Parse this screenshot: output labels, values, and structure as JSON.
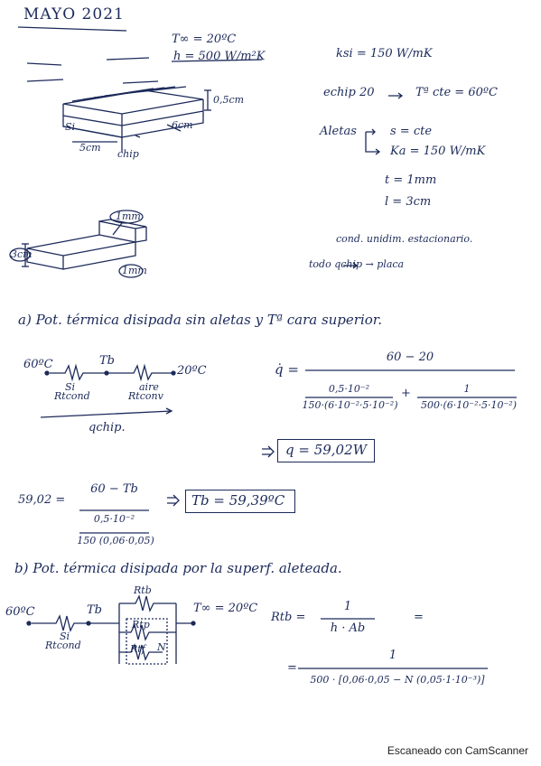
{
  "header": {
    "title": "MAYO 2021"
  },
  "problem": {
    "t_inf": "T∞ = 20ºC",
    "h": "h = 500 W/m²K",
    "k_si": "ksi = 150 W/mK",
    "e_chip": "echip 20",
    "t_cte": "Tª cte = 60ºC",
    "aletas": "Aletas",
    "s_cte": "s = cte",
    "k_a": "Ka = 150 W/mK",
    "t": "t = 1mm",
    "l": "l = 3cm",
    "cond": "cond. unidim. estacionario.",
    "todo": "todo qchip → placa",
    "sketch1": {
      "dim_thick": "0,5cm",
      "dim_width": "6cm",
      "dim_len": "5cm",
      "label_si": "Si",
      "label_chip": "chip"
    },
    "sketch2": {
      "dim_3cm": "3cm",
      "dim_1mm_top": "1mm",
      "dim_1mm_bot": "1mm"
    }
  },
  "part_a": {
    "heading": "a) Pot. térmica disipada sin aletas y Tª cara superior.",
    "circuit": {
      "t_left": "60ºC",
      "tb": "Tb",
      "t_right": "20ºC",
      "r1": "Rtcond",
      "r1_sup": "Si",
      "r2": "Rtconv",
      "r2_sup": "aire",
      "flow": "qchip."
    },
    "q_formula": {
      "lhs": "q̇ =",
      "num": "60 − 20",
      "d1_num": "0,5·10⁻²",
      "d1_den": "150·(6·10⁻²·5·10⁻²)",
      "plus": "+",
      "d2_num": "1",
      "d2_den": "500·(6·10⁻²·5·10⁻²)"
    },
    "q_result": "q = 59,02W",
    "tb_formula": {
      "lhs": "59,02 =",
      "num": "60 − Tb",
      "d_num": "0,5·10⁻²",
      "d_den": "150 (0,06·0,05)"
    },
    "tb_result": "Tb = 59,39ºC"
  },
  "part_b": {
    "heading": "b) Pot. térmica disipada por la superf. aleteada.",
    "circuit": {
      "t_left": "60ºC",
      "tb": "Tb",
      "t_inf": "T∞ = 20ºC",
      "r1": "Rtcond",
      "r1_sup": "Si",
      "rtb": "Rtb",
      "rtp": "Rtp",
      "rtf": "Rtf",
      "n": "N"
    },
    "rtb_formula": {
      "lhs": "Rtb =",
      "num": "1",
      "den": "h · Ab",
      "eq": "="
    },
    "rtb_expand": {
      "prefix": "=",
      "num": "1",
      "den": "500 · [0,06·0,05 − N (0,05·1·10⁻³)]"
    }
  },
  "footer": {
    "scanner": "Escaneado con CamScanner"
  }
}
